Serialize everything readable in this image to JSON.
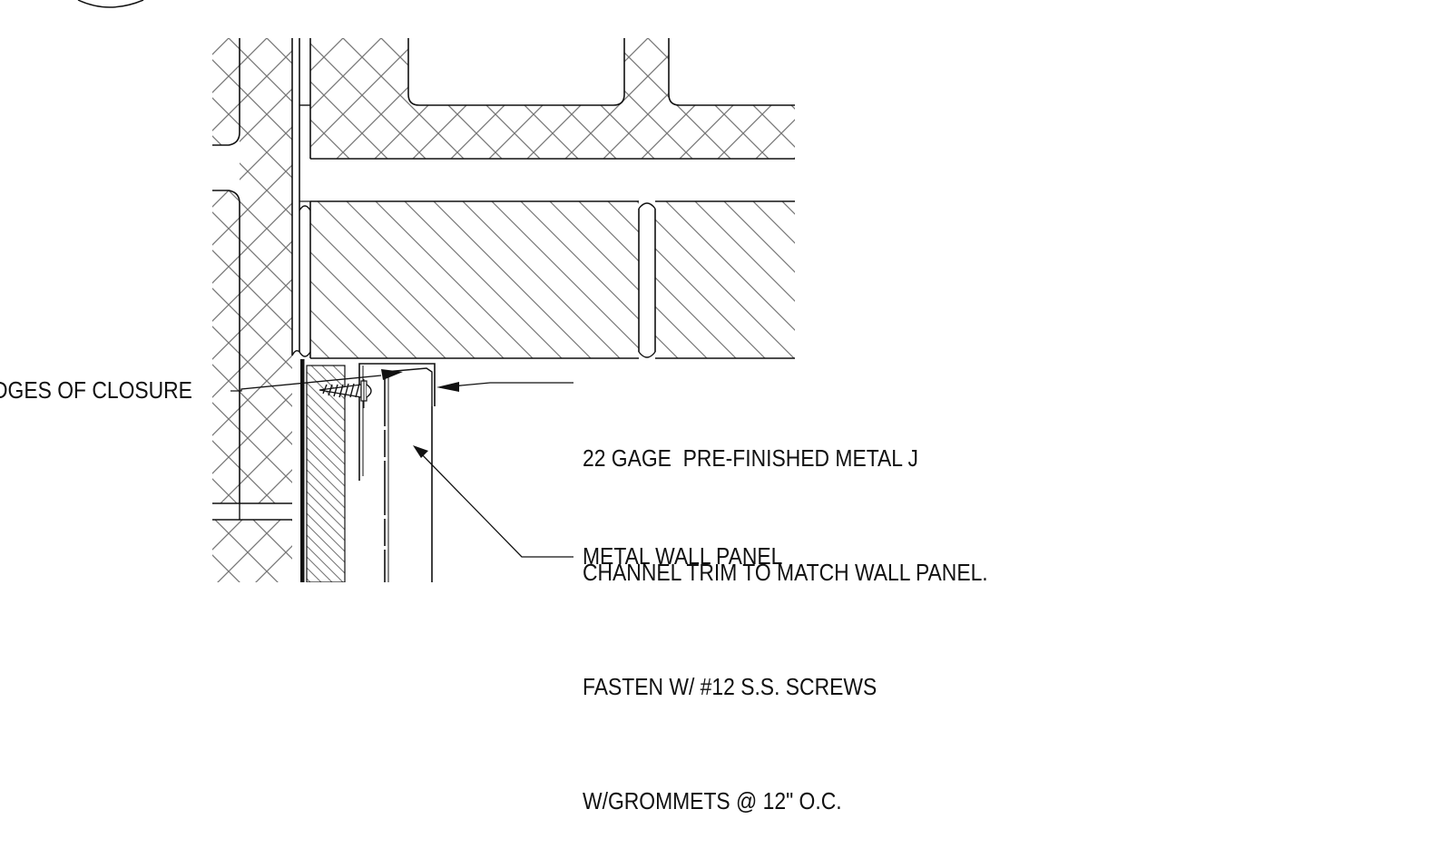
{
  "drawing": {
    "type": "architectural-section-detail",
    "line_color": "#111111",
    "hatch_color": "#777777"
  },
  "notes": {
    "closure": "DGES OF CLOSURE",
    "jtrim": [
      "22 GAGE  PRE-FINISHED METAL J",
      "CHANNEL TRIM TO MATCH WALL PANEL.",
      "FASTEN W/ #12 S.S. SCREWS",
      "W/GROMMETS @ 12\" O.C."
    ],
    "panel": "METAL WALL PANEL"
  }
}
